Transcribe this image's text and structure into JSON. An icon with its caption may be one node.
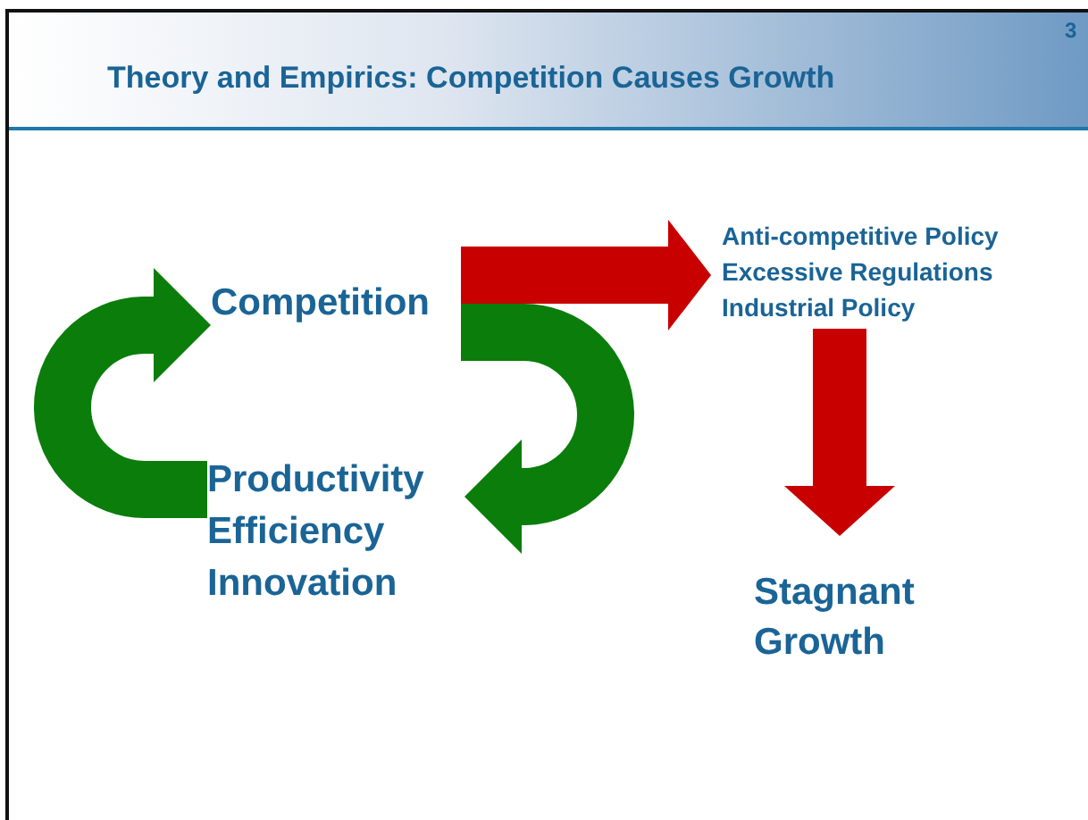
{
  "diagram": {
    "title": "Theory and Empirics: Competition Causes Growth",
    "nodes": [
      {
        "text": [
          "Competition"
        ]
      },
      {
        "text": [
          "Productivity",
          "Efficiency",
          "Innovation"
        ]
      },
      {
        "text": [
          "Anti-competitive Policy",
          "Excessive Regulations",
          "Industrial Policy"
        ]
      },
      {
        "text": [
          "Stagnant Growth"
        ]
      }
    ],
    "edges": [
      {
        "from": 1,
        "to": 0,
        "arrow": "to",
        "color": "#0a7d0a"
      },
      {
        "from": 0,
        "to": 1,
        "arrow": "to",
        "color": "#0a7d0a"
      },
      {
        "from": 0,
        "to": 2,
        "arrow": "to",
        "color": "#c80000"
      },
      {
        "from": 2,
        "to": 3,
        "arrow": "to",
        "color": "#c80000"
      }
    ],
    "labels": [
      "3"
    ]
  }
}
